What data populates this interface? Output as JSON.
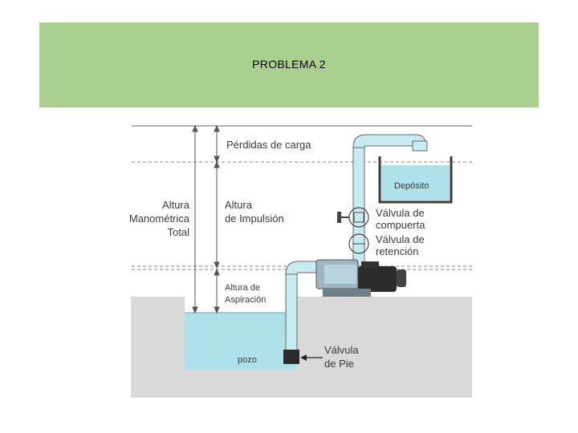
{
  "slide": {
    "title": "PROBLEMA  2"
  },
  "diagram": {
    "labels": {
      "perdidas": "Pérdidas de carga",
      "deposito": "Depósito",
      "altura_total": [
        "Altura",
        "Manométrica",
        "Total"
      ],
      "altura_impulsion": [
        "Altura",
        "de Impulsión"
      ],
      "valvula_compuerta": [
        "Válvula de",
        "compuerta"
      ],
      "valvula_retencion": [
        "Válvula de",
        "retención"
      ],
      "altura_aspiracion": [
        "Altura de",
        "Aspiración"
      ],
      "pozo": "pozo",
      "valvula_pie": [
        "Válvula",
        "de Pie"
      ]
    },
    "colors": {
      "header": "#a9d08e",
      "water": "#aee1ea",
      "ground": "#d9d9d9",
      "pipe": "#c6ecf2",
      "line": "#555555",
      "pump": "#2b2b2b"
    }
  }
}
